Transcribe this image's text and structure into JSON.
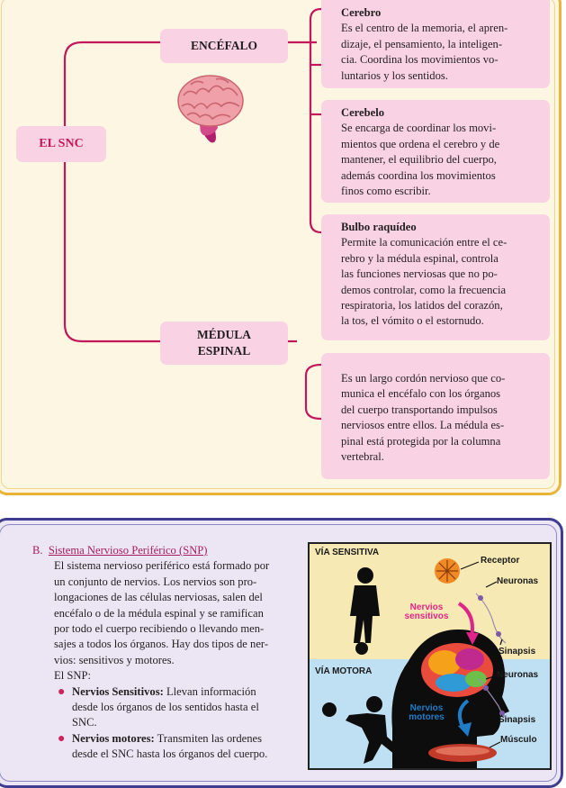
{
  "snc": {
    "root": "EL SNC",
    "encefalo": "ENCÉFALO",
    "medula": "MÉDULA ESPINAL",
    "medula_line1": "MÉDULA",
    "medula_line2": "ESPINAL",
    "cerebro": {
      "title": "Cerebro",
      "text": "Es el centro de la memoria, el aprendizaje, el pensamiento, la inteligencia. Coordina los movimientos voluntarios y los sentidos.",
      "lines": [
        "Es el centro de la memoria, el apren-",
        "dizaje, el pensamiento, la inteligen-",
        "cia. Coordina los movimientos vo-",
        "luntarios y los sentidos."
      ]
    },
    "cerebelo": {
      "title": "Cerebelo",
      "lines": [
        "Se encarga de coordinar los movi-",
        "mientos que ordena el cerebro y de",
        "mantener, el equilibrio del cuerpo,",
        "además coordina los movimientos",
        "finos como escribir."
      ]
    },
    "bulbo": {
      "title": "Bulbo raquídeo",
      "lines": [
        "Permite la comunicación entre el ce-",
        "rebro y la médula espinal, controla",
        "las funciones nerviosas que no po-",
        "demos controlar, como la frecuencia",
        "respiratoria, los latidos del corazón,",
        "la tos, el vómito o el estornudo."
      ]
    },
    "medula_desc": {
      "lines": [
        "Es un largo cordón nervioso que co-",
        "munica el encéfalo con los órganos",
        "del cuerpo transportando impulsos",
        "nerviosos entre ellos. La médula es-",
        "pinal está protegida por la columna",
        "vertebral."
      ]
    }
  },
  "snp": {
    "letter": "B.",
    "heading": "Sistema Nervioso Periférico (SNP)",
    "para_lines": [
      "El sistema nervioso periférico está formado por",
      "un conjunto de nervios. Los nervios son pro-",
      "longaciones de las células nerviosas, salen del",
      "encéfalo o de la médula espinal y se ramifican",
      "por todo el cuerpo recibiendo o llevando men-",
      "sajes a todos los órganos. Hay dos tipos de ner-",
      "vios: sensitivos y motores."
    ],
    "el_snp": "El SNP:",
    "bullets": [
      {
        "bold": "Nervios Sensitivos:",
        "lines": [
          "Llevan información",
          "desde los órganos de los sentidos hasta el",
          "SNC."
        ]
      },
      {
        "bold": "Nervios motores:",
        "lines": [
          "Transmiten las ordenes",
          "desde el SNC hasta los órganos del cuerpo."
        ]
      }
    ]
  },
  "figure": {
    "via_sensitiva": "VÍA SENSITIVA",
    "via_motora": "VÍA MOTORA",
    "receptor": "Receptor",
    "neuronas_top": "Neuronas",
    "nervios_sensitivos_1": "Nervios",
    "nervios_sensitivos_2": "sensitivos",
    "sinapsis_top": "Sinapsis",
    "neuronas_bottom": "Neuronas",
    "nervios_motores_1": "Nervios",
    "nervios_motores_2": "motores",
    "sinapsis_bottom": "Sinapsis",
    "musculo": "Músculo"
  },
  "colors": {
    "pink_box": "#f9d3e4",
    "connector": "#c2185b",
    "top_border": "#e9b43a",
    "bottom_border": "#3f3d8f"
  }
}
